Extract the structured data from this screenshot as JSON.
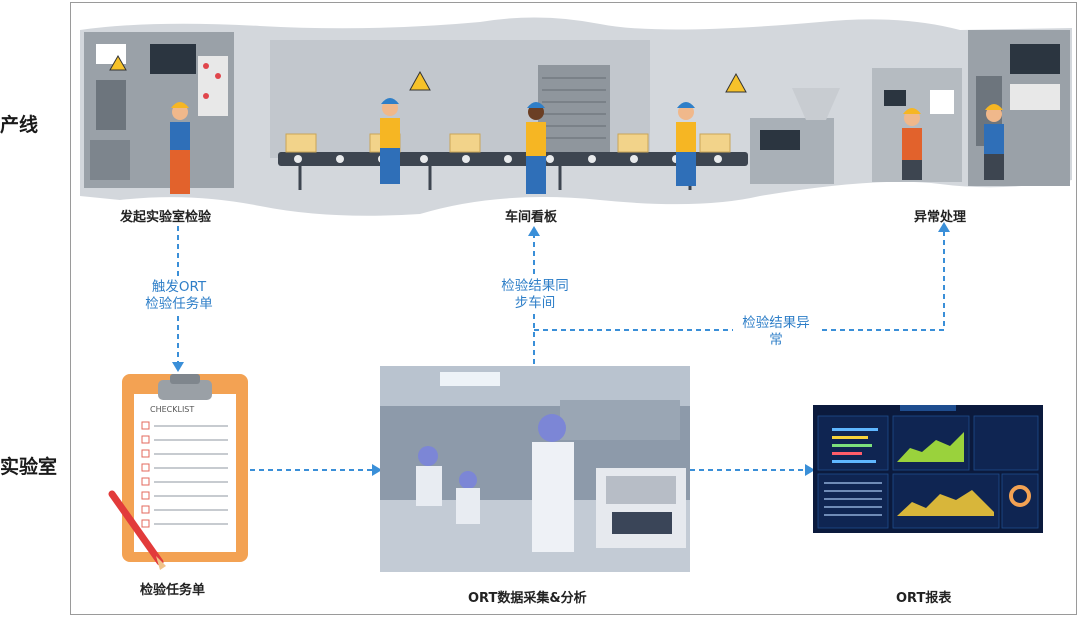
{
  "rows": {
    "production": "产线",
    "lab": "实验室"
  },
  "stages": {
    "initiate": "发起实验室检验",
    "board": "车间看板",
    "exception": "异常处理",
    "task_sheet": "检验任务单",
    "collect": "ORT数据采集&分析",
    "report": "ORT报表"
  },
  "flows": {
    "trigger": "触发ORT\n检验任务单",
    "sync": "检验结果同\n步车间",
    "abnormal": "检验结果异\n常"
  },
  "checklist": {
    "title": "CHECKLIST"
  },
  "colors": {
    "arrow": "#3a8fd8",
    "clipboard": "#f3a253",
    "dashboard_bg": "#0b1a3d",
    "factory_bg": "#cfd3d8"
  }
}
